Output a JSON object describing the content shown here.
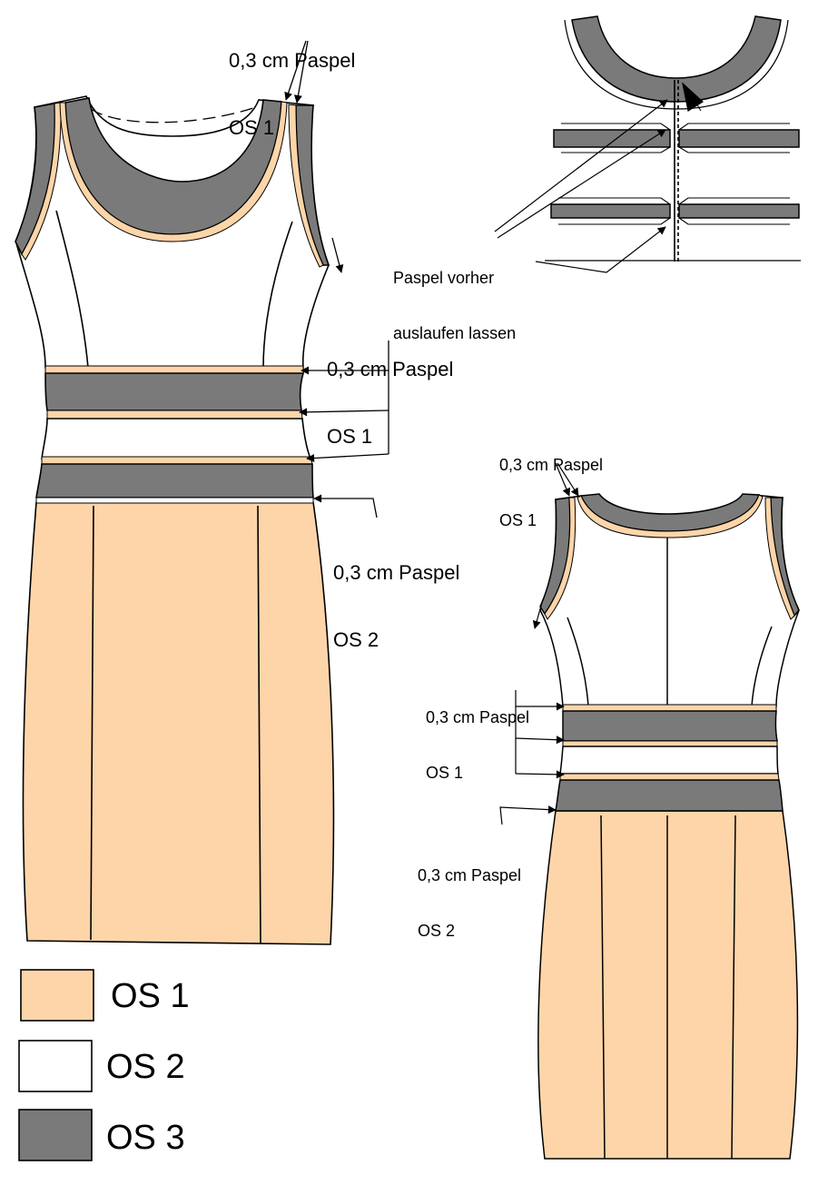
{
  "colors": {
    "os1": "#fdd5a9",
    "os2": "#ffffff",
    "os3": "#7a7a7a",
    "outline": "#000000"
  },
  "front_dress": {
    "top_piping": {
      "line1": "0,3 cm Paspel",
      "line2": "OS 1"
    },
    "waist_piping": {
      "line1": "0,3 cm Paspel",
      "line2": "OS 1"
    },
    "skirt_piping": {
      "line1": "0,3 cm Paspel",
      "line2": "OS 2"
    }
  },
  "detail": {
    "note_line1": "Paspel vorher",
    "note_line2": "auslaufen lassen"
  },
  "back_dress": {
    "top_piping": {
      "line1": "0,3 cm Paspel",
      "line2": "OS 1"
    },
    "waist_piping": {
      "line1": "0,3 cm Paspel",
      "line2": "OS 1"
    },
    "skirt_piping": {
      "line1": "0,3 cm Paspel",
      "line2": "OS 2"
    }
  },
  "legend": [
    {
      "label": "OS 1",
      "color": "#fdd5a9"
    },
    {
      "label": "OS 2",
      "color": "#ffffff"
    },
    {
      "label": "OS 3",
      "color": "#7a7a7a"
    }
  ]
}
